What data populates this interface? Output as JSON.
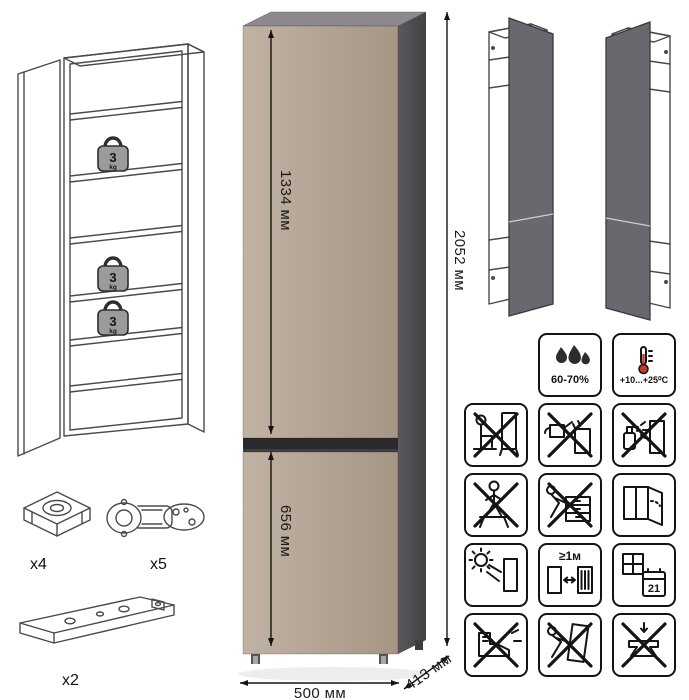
{
  "dimensions": {
    "upper_door_height": "1334 мм",
    "lower_door_height": "656 мм",
    "total_height": "2052 мм",
    "width": "500 мм",
    "depth": "413 мм"
  },
  "shelf_weight": {
    "value": "3",
    "unit": "kg"
  },
  "hardware": {
    "feet_count": "x4",
    "hinges_count": "x5",
    "plinths_count": "x2"
  },
  "climate": {
    "humidity": "60-70%",
    "temperature": "+10...+25⁰С"
  },
  "pictograms": {
    "radiator_distance": "≥1м",
    "calendar_days": "21"
  }
}
